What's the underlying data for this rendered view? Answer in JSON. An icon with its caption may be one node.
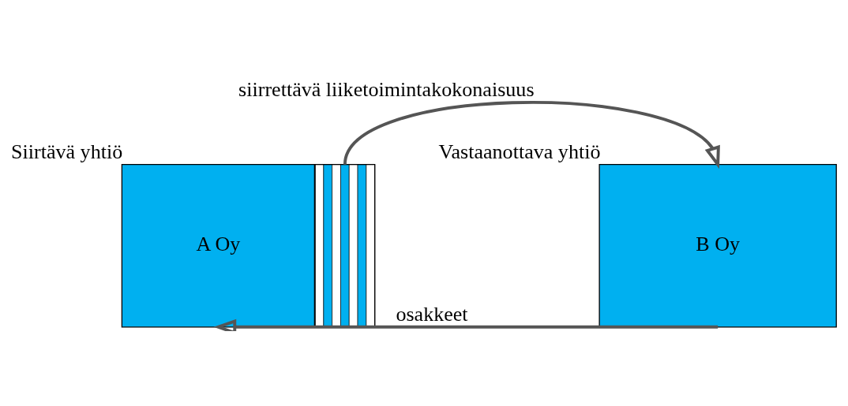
{
  "diagram": {
    "nodes": [
      {
        "text": [
          "A Oy"
        ],
        "beside": [
          "Siirtävä yhtiö"
        ]
      },
      {
        "text": [],
        "shape": "box"
      },
      {
        "text": [
          "B Oy"
        ],
        "beside": [
          "Vastaanottava yhtiö"
        ]
      }
    ],
    "edges": [
      {
        "from": 1,
        "to": 2,
        "arrow": "to",
        "label": "siirrettävä liiketoimintakokonaisuus"
      },
      {
        "from": 2,
        "to": 0,
        "arrow": "to",
        "label": "osakkeet"
      }
    ]
  }
}
